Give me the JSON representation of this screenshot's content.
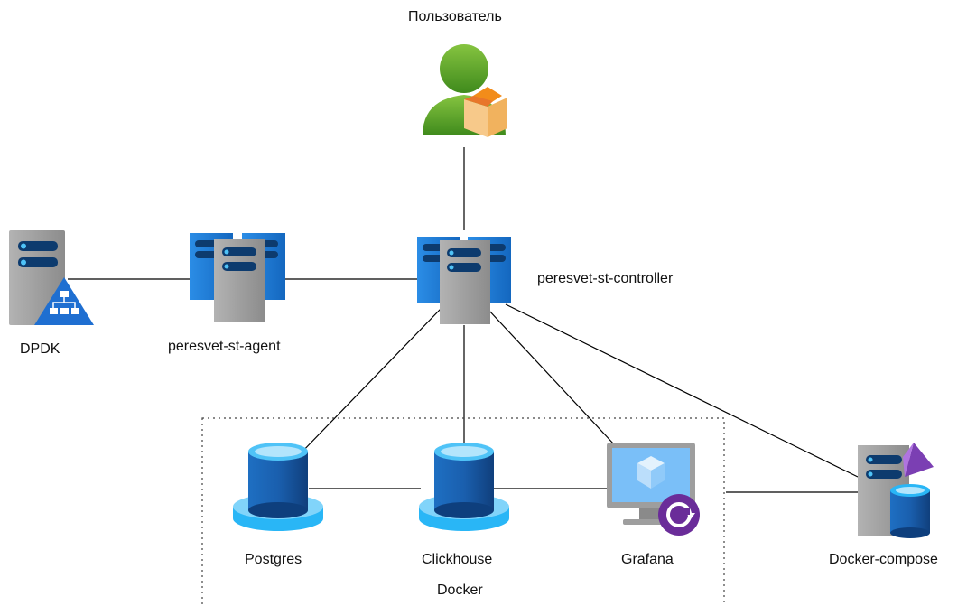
{
  "labels": {
    "user": "Пользователь",
    "dpdk": "DPDK",
    "agent": "peresvet-st-agent",
    "controller": "peresvet-st-controller",
    "postgres": "Postgres",
    "clickhouse": "Clickhouse",
    "grafana": "Grafana",
    "compose": "Docker-compose",
    "docker": "Docker"
  },
  "icons": {
    "user": "user-icon",
    "dpdk": "server-network-icon",
    "agent": "server-cluster-icon",
    "controller": "server-cluster-icon",
    "postgres": "database-icon",
    "clickhouse": "database-icon",
    "grafana": "monitor-app-icon",
    "compose": "server-database-icon"
  },
  "colors": {
    "server_blue": "#1a7fd6",
    "server_grey": "#9a9a9a",
    "db_blue": "#1565c0",
    "db_light": "#4fc3f7",
    "user_green": "#5fa52a",
    "accent_purple": "#7b3fb3",
    "network_blue": "#1f6fd1"
  }
}
